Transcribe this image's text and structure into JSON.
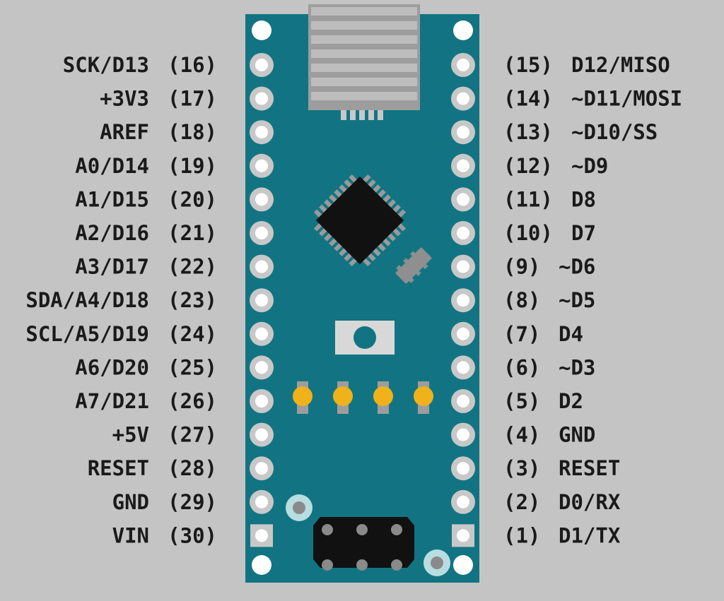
{
  "colors": {
    "background": "#c4c4c4",
    "board": "#127482",
    "pad": "#c8c8c8",
    "hole": "#ffffff",
    "chip": "#111111",
    "chip_pin": "#9a9a9a",
    "led": "#f0b21a",
    "usb_connector": "#9d9d9d",
    "text": "#1a1a1a"
  },
  "left_pins": [
    {
      "name": "SCK/D13",
      "number": "(16)",
      "shape": "round"
    },
    {
      "name": "+3V3",
      "number": "(17)",
      "shape": "round"
    },
    {
      "name": "AREF",
      "number": "(18)",
      "shape": "round"
    },
    {
      "name": "A0/D14",
      "number": "(19)",
      "shape": "round"
    },
    {
      "name": "A1/D15",
      "number": "(20)",
      "shape": "round"
    },
    {
      "name": "A2/D16",
      "number": "(21)",
      "shape": "round"
    },
    {
      "name": "A3/D17",
      "number": "(22)",
      "shape": "round"
    },
    {
      "name": "SDA/A4/D18",
      "number": "(23)",
      "shape": "round"
    },
    {
      "name": "SCL/A5/D19",
      "number": "(24)",
      "shape": "round"
    },
    {
      "name": "A6/D20",
      "number": "(25)",
      "shape": "round"
    },
    {
      "name": "A7/D21",
      "number": "(26)",
      "shape": "round"
    },
    {
      "name": "+5V",
      "number": "(27)",
      "shape": "round"
    },
    {
      "name": "RESET",
      "number": "(28)",
      "shape": "round"
    },
    {
      "name": "GND",
      "number": "(29)",
      "shape": "round"
    },
    {
      "name": "VIN",
      "number": "(30)",
      "shape": "square"
    }
  ],
  "right_pins": [
    {
      "number": "(15)",
      "name": "D12/MISO",
      "shape": "round"
    },
    {
      "number": "(14)",
      "name": "~D11/MOSI",
      "shape": "round"
    },
    {
      "number": "(13)",
      "name": "~D10/SS",
      "shape": "round"
    },
    {
      "number": "(12)",
      "name": "~D9",
      "shape": "round"
    },
    {
      "number": "(11)",
      "name": "D8",
      "shape": "round"
    },
    {
      "number": "(10)",
      "name": "D7",
      "shape": "round"
    },
    {
      "number": "(9)",
      "name": "~D6",
      "shape": "round"
    },
    {
      "number": "(8)",
      "name": "~D5",
      "shape": "round"
    },
    {
      "number": "(7)",
      "name": "D4",
      "shape": "round"
    },
    {
      "number": "(6)",
      "name": "~D3",
      "shape": "round"
    },
    {
      "number": "(5)",
      "name": "D2",
      "shape": "round"
    },
    {
      "number": "(4)",
      "name": "GND",
      "shape": "round"
    },
    {
      "number": "(3)",
      "name": "RESET",
      "shape": "round"
    },
    {
      "number": "(2)",
      "name": "D0/RX",
      "shape": "round"
    },
    {
      "number": "(1)",
      "name": "D1/TX",
      "shape": "square"
    }
  ],
  "components": {
    "mcu_chip": "microcontroller-chip-icon",
    "crystal": "crystal-icon",
    "reset_button": "reset-button-icon",
    "leds": 4,
    "usb": "usb-connector-icon",
    "icsp_header": "icsp-header-icon"
  }
}
